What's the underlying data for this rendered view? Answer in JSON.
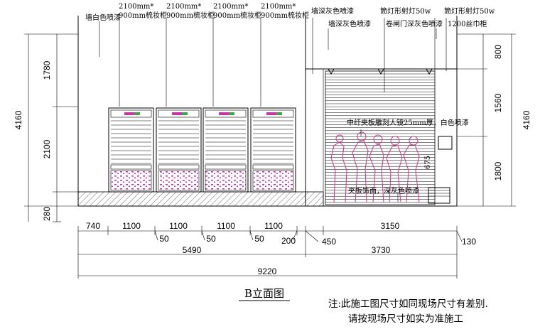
{
  "labels": {
    "wall_white": "墙白色喷漆",
    "cabinet_size_a": "2100mm*",
    "cabinet_size_b": "900mm梳妆柜",
    "wall_dark": "墙深灰色喷漆",
    "wall_gray": "墙深灰色喷漆",
    "spotlight": "筒灯形射灯50w",
    "spotlight2": "筒灯形射灯50w",
    "shutter": "卷闸门深灰色喷漆",
    "towel": "1200丝巾柜",
    "board_text": "中纤夹板雕刻人镜25mm厚，白色喷漆",
    "sign_text": "夹板饰面，深灰色喷漆",
    "sign_dim": "675"
  },
  "dims": {
    "left": [
      "1780",
      "2100",
      "280",
      "4160"
    ],
    "right": [
      "800",
      "1560",
      "1800",
      "4160"
    ],
    "bottom_row1": [
      "740",
      "1100",
      "1100",
      "1100",
      "1100",
      "3150"
    ],
    "bottom_small": [
      "50",
      "50",
      "50",
      "200",
      "450",
      "130"
    ],
    "bottom_row2": [
      "5490",
      "3730"
    ],
    "bottom_total": "9220"
  },
  "title": "B立面图",
  "notes": [
    "注:此施工图尺寸如同现场尺寸有差别.",
    "请按现场尺寸如实为准施工"
  ],
  "colors": {
    "line": "#000000",
    "pink": "#cc33aa",
    "drawing_bg": "#ffffff"
  }
}
